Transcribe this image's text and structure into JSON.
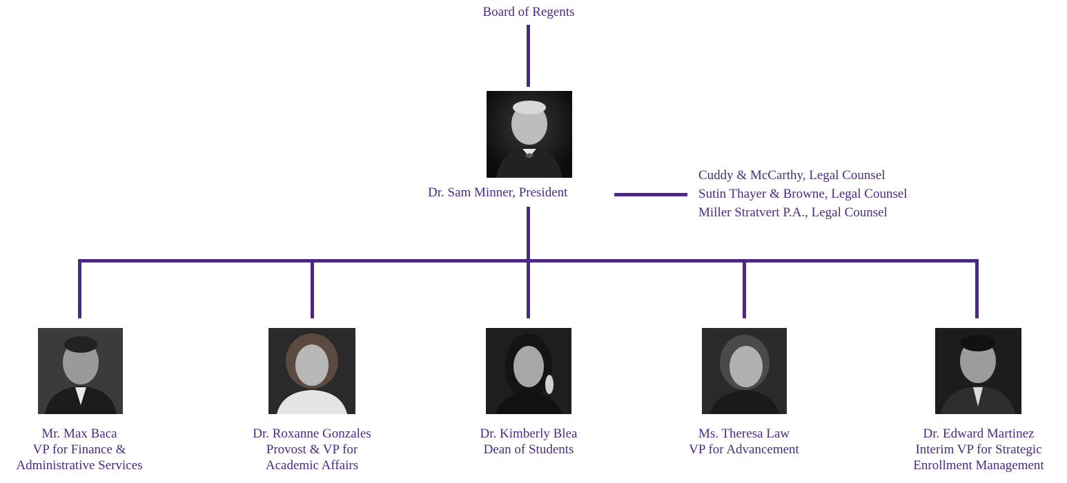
{
  "board": {
    "label": "Board of Regents"
  },
  "president": {
    "name_title": "Dr. Sam Minner, President",
    "photo_icon": "portrait-photo"
  },
  "counsel": [
    "Cuddy & McCarthy, Legal Counsel",
    "Sutin Thayer & Browne, Legal Counsel",
    "Miller Stratvert P.A., Legal Counsel"
  ],
  "reports": [
    {
      "name": "Mr. Max Baca",
      "title_line1": "VP for Finance &",
      "title_line2": "Administrative Services"
    },
    {
      "name": "Dr. Roxanne Gonzales",
      "title_line1": "Provost & VP for",
      "title_line2": "Academic Affairs"
    },
    {
      "name": "Dr. Kimberly Blea",
      "title_line1": "Dean of Students",
      "title_line2": ""
    },
    {
      "name": "Ms. Theresa Law",
      "title_line1": "VP for Advancement",
      "title_line2": ""
    },
    {
      "name": "Dr. Edward Martinez",
      "title_line1": "Interim VP for Strategic",
      "title_line2": "Enrollment Management"
    }
  ],
  "colors": {
    "line": "#4a2a82",
    "text": "#4a2a82"
  }
}
